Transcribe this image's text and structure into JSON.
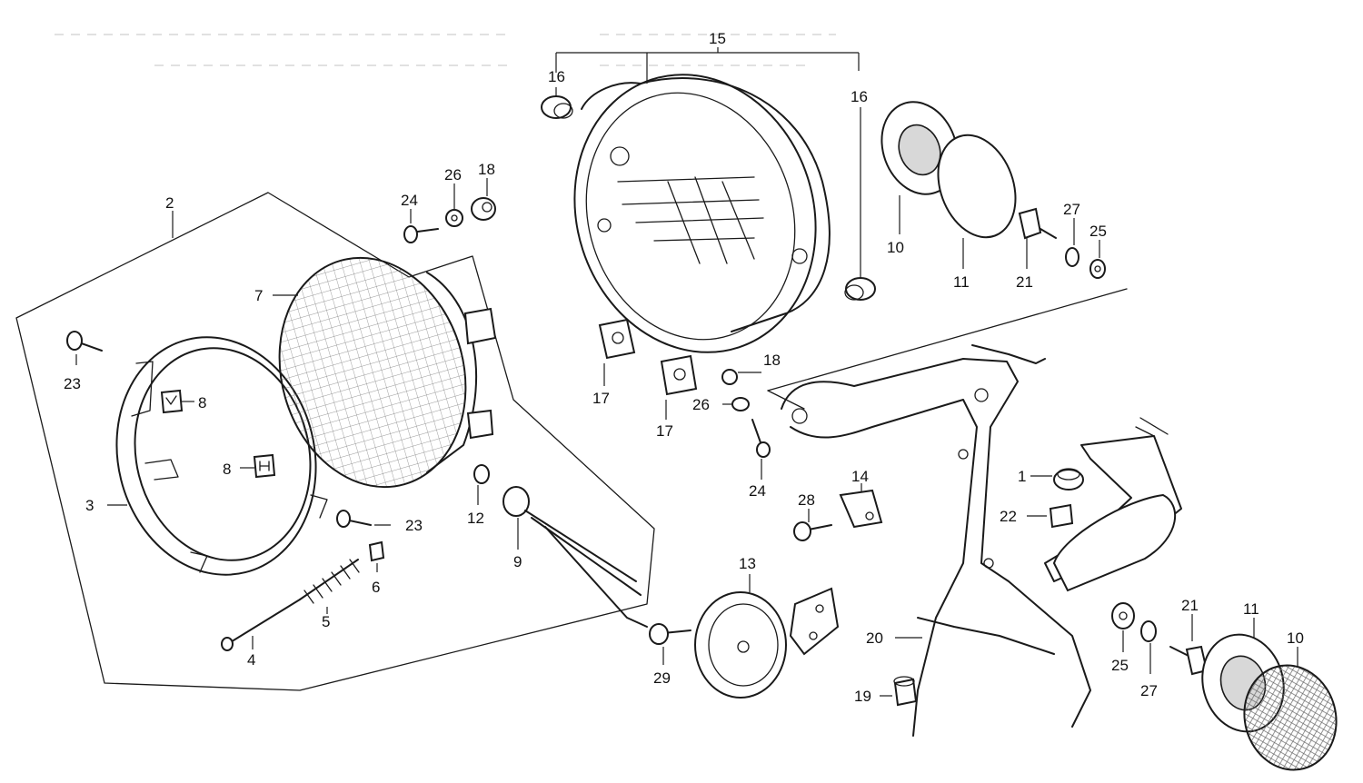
{
  "labels": {
    "p1": "1",
    "p2": "2",
    "p3": "3",
    "p4": "4",
    "p5": "5",
    "p6": "6",
    "p7": "7",
    "p8a": "8",
    "p8b": "8",
    "p9": "9",
    "p10a": "10",
    "p10b": "10",
    "p11a": "11",
    "p11b": "11",
    "p12": "12",
    "p13": "13",
    "p14": "14",
    "p15": "15",
    "p16a": "16",
    "p16b": "16",
    "p17a": "17",
    "p17b": "17",
    "p18a": "18",
    "p18b": "18",
    "p19": "19",
    "p20": "20",
    "p21a": "21",
    "p21b": "21",
    "p22": "22",
    "p23a": "23",
    "p23b": "23",
    "p24a": "24",
    "p24b": "24",
    "p25a": "25",
    "p25b": "25",
    "p26a": "26",
    "p26b": "26",
    "p27a": "27",
    "p27b": "27",
    "p28": "28",
    "p29": "29"
  },
  "colors": {
    "line": "#1a1a1a",
    "background": "#ffffff",
    "shade": "#d8d8d8"
  }
}
